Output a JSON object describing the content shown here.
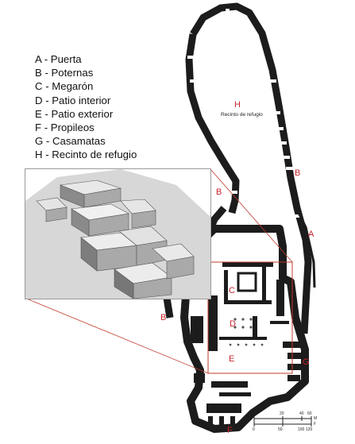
{
  "legend": [
    "A - Puerta",
    "B - Poternas",
    "C - Megarón",
    "D - Patio interior",
    "E - Patio exterior",
    "F - Propileos",
    "G - Casamatas",
    "H - Recinto de refugio"
  ],
  "plan_labels": {
    "H": "H",
    "recinto": "Recinto de refugio",
    "A": "A",
    "B_upper_right": "B",
    "B_left_wall": "B",
    "B_lower_left": "B",
    "C": "C",
    "D": "D",
    "E": "E",
    "F": "F",
    "G": "G"
  },
  "scale": {
    "m_ticks": [
      "0",
      "20",
      "40",
      "60"
    ],
    "unit_m": "M",
    "ft_ticks": [
      "0",
      "50",
      "100",
      "120"
    ],
    "unit_ft": "F"
  },
  "colors": {
    "wall": "#1c1c1c",
    "label_red": "#c8242b",
    "connector": "#c0392b"
  },
  "icons": {
    "north_arrow": "north-arrow-icon",
    "inset": "reconstruction-3d-view"
  }
}
